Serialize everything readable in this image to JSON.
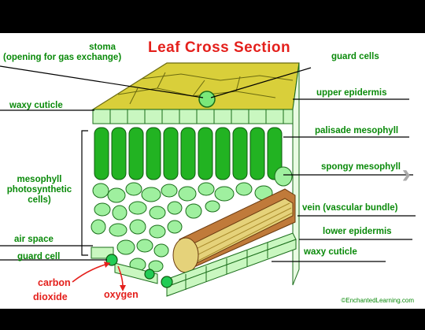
{
  "diagram": {
    "title": "Leaf Cross Section",
    "labels": {
      "stoma": "stoma",
      "stoma_note": "(opening for gas exchange)",
      "guard_cells_top": "guard cells",
      "upper_epidermis": "upper epidermis",
      "waxy_cuticle_top": "waxy cuticle",
      "palisade": "palisade mesophyll",
      "spongy": "spongy mesophyll",
      "mesophyll_1": "mesophyll",
      "mesophyll_2": "photosynthetic",
      "mesophyll_3": "cells)",
      "vein": "vein (vascular bundle)",
      "lower_epidermis": "lower epidermis",
      "air_space": "air space",
      "waxy_cuticle_bottom": "waxy cuticle",
      "guard_cell": "guard cell",
      "carbon_1": "carbon",
      "carbon_2": "dioxide",
      "oxygen": "oxygen"
    },
    "credit": "©EnchantedLearning.com",
    "colors": {
      "cuticle": "#d9cf3a",
      "palisade": "#22b322",
      "spongy": "#9ff09f",
      "epidermis": "#c9f7c0",
      "vein": "#c07a3a",
      "label": "#0a8a0a",
      "title": "#e4201c"
    }
  }
}
